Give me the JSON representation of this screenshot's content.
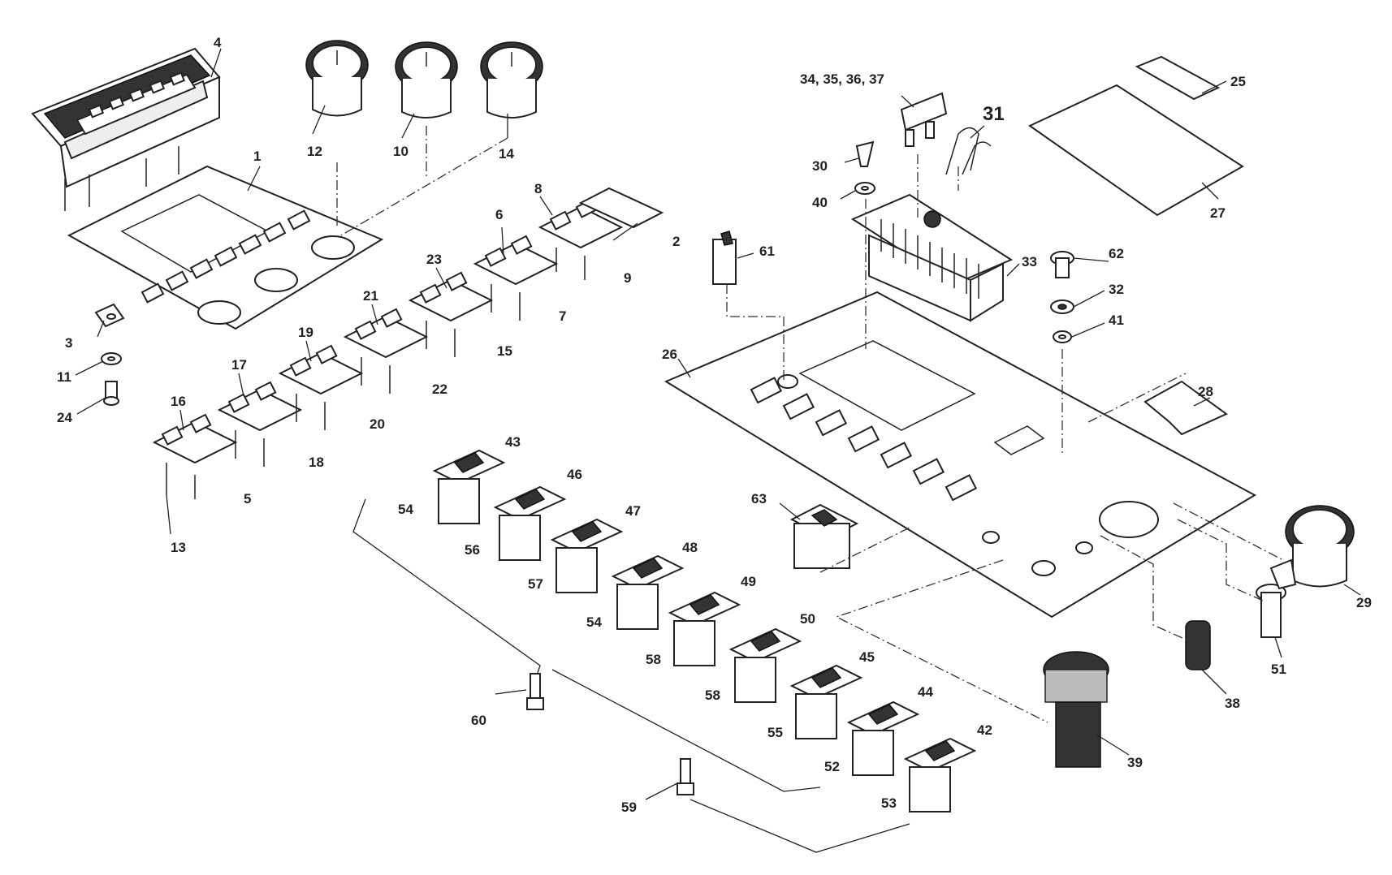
{
  "labels": {
    "l1": "1",
    "l2": "2",
    "l3": "3",
    "l4": "4",
    "l5": "5",
    "l6": "6",
    "l7": "7",
    "l8": "8",
    "l9": "9",
    "l10": "10",
    "l11": "11",
    "l12": "12",
    "l13": "13",
    "l14": "14",
    "l15": "15",
    "l16": "16",
    "l17": "17",
    "l18": "18",
    "l19": "19",
    "l20": "20",
    "l21": "21",
    "l22": "22",
    "l23": "23",
    "l24": "24",
    "l25": "25",
    "l26": "26",
    "l27": "27",
    "l28": "28",
    "l29": "29",
    "l30": "30",
    "l31": "31",
    "l32": "32",
    "l33": "33",
    "l34_37": "34, 35, 36, 37",
    "l38": "38",
    "l39": "39",
    "l40": "40",
    "l41": "41",
    "l42": "42",
    "l43": "43",
    "l44": "44",
    "l45": "45",
    "l46": "46",
    "l47": "47",
    "l48": "48",
    "l49": "49",
    "l50": "50",
    "l51": "51",
    "l52": "52",
    "l53": "53",
    "l54a": "54",
    "l54b": "54",
    "l55": "55",
    "l56": "56",
    "l57": "57",
    "l58a": "58",
    "l58b": "58",
    "l59": "59",
    "l60": "60",
    "l61": "61",
    "l62": "62",
    "l63": "63"
  }
}
